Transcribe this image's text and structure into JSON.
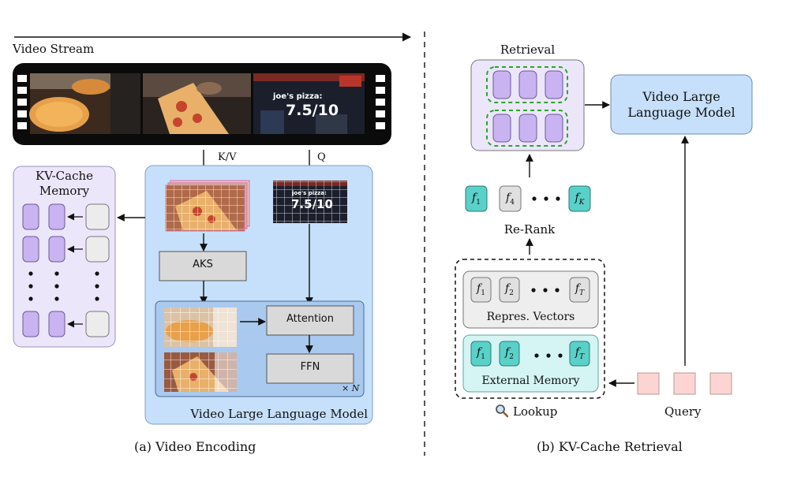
{
  "left": {
    "video_stream_label": "Video Stream",
    "frame3_text_line1": "joe's pizza:",
    "frame3_text_line2": "7.5/10",
    "kv_label": "K/V",
    "q_label": "Q",
    "kv_cache_title_line1": "KV-Cache",
    "kv_cache_title_line2": "Memory",
    "aks_label": "AKS",
    "attention_label": "Attention",
    "ffn_label": "FFN",
    "repeat_label": "× N",
    "vllm_label": "Video Large Language Model",
    "caption": "(a) Video Encoding"
  },
  "right": {
    "retrieval_label": "Retrieval",
    "vllm_line1": "Video Large",
    "vllm_line2": "Language Model",
    "rerank_label": "Re-Rank",
    "f1": "f",
    "f1_sub": "1",
    "f4": "f",
    "f4_sub": "4",
    "fK": "f",
    "fK_sub": "K",
    "fT_sub": "T",
    "f2_sub": "2",
    "repr_label": "Repres. Vectors",
    "ext_mem_label": "External Memory",
    "lookup_label": "Lookup",
    "lookup_icon": "magnifier-icon",
    "query_label": "Query",
    "caption": "(b) KV-Cache Retrieval"
  },
  "colors": {
    "purple_block": "#c9b3f0",
    "lavender_bg": "#ece6fb",
    "blue_bg": "#c6e0fb",
    "teal_block": "#5ad1c8",
    "query_pink": "#fcd5d3",
    "grey_block": "#e0e0e0"
  }
}
